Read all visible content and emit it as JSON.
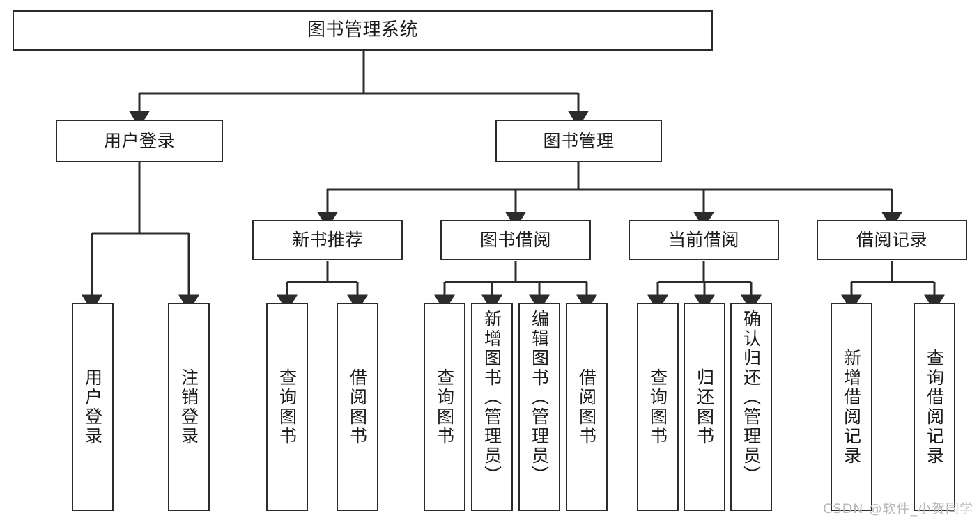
{
  "diagram": {
    "title": "图书管理系统",
    "watermark": "CSDN @软件_小贺同学",
    "accent_color": "#2b2b2b",
    "background_color": "#ffffff",
    "watermark_color": "#b9b9b9",
    "type": "tree-hierarchy-chart"
  },
  "nodes": {
    "root": {
      "label": "图书管理系统"
    },
    "level2": [
      {
        "label": "用户登录"
      },
      {
        "label": "图书管理"
      }
    ],
    "level3": [
      {
        "label": "新书推荐"
      },
      {
        "label": "图书借阅"
      },
      {
        "label": "当前借阅"
      },
      {
        "label": "借阅记录"
      }
    ],
    "leaves": {
      "user_login": [
        {
          "label": "用户登录"
        },
        {
          "label": "注销登录"
        }
      ],
      "new_book_recommend": [
        {
          "label": "查询图书"
        },
        {
          "label": "借阅图书"
        }
      ],
      "book_borrow": [
        {
          "label": "查询图书"
        },
        {
          "label": "新增图书（管理员）"
        },
        {
          "label": "编辑图书（管理员）"
        },
        {
          "label": "借阅图书"
        }
      ],
      "current_borrow": [
        {
          "label": "查询图书"
        },
        {
          "label": "归还图书"
        },
        {
          "label": "确认归还（管理员）"
        }
      ],
      "borrow_record": [
        {
          "label": "新增借阅记录"
        },
        {
          "label": "查询借阅记录"
        }
      ]
    }
  },
  "chart_data": {
    "type": "tree",
    "title": "图书管理系统",
    "root": "图书管理系统",
    "edges": [
      {
        "from": "图书管理系统",
        "to": "用户登录"
      },
      {
        "from": "图书管理系统",
        "to": "图书管理"
      },
      {
        "from": "用户登录",
        "to": "用户登录"
      },
      {
        "from": "用户登录",
        "to": "注销登录"
      },
      {
        "from": "图书管理",
        "to": "新书推荐"
      },
      {
        "from": "图书管理",
        "to": "图书借阅"
      },
      {
        "from": "图书管理",
        "to": "当前借阅"
      },
      {
        "from": "图书管理",
        "to": "借阅记录"
      },
      {
        "from": "新书推荐",
        "to": "查询图书"
      },
      {
        "from": "新书推荐",
        "to": "借阅图书"
      },
      {
        "from": "图书借阅",
        "to": "查询图书"
      },
      {
        "from": "图书借阅",
        "to": "新增图书（管理员）"
      },
      {
        "from": "图书借阅",
        "to": "编辑图书（管理员）"
      },
      {
        "from": "图书借阅",
        "to": "借阅图书"
      },
      {
        "from": "当前借阅",
        "to": "查询图书"
      },
      {
        "from": "当前借阅",
        "to": "归还图书"
      },
      {
        "from": "当前借阅",
        "to": "确认归还（管理员）"
      },
      {
        "from": "借阅记录",
        "to": "新增借阅记录"
      },
      {
        "from": "借阅记录",
        "to": "查询借阅记录"
      }
    ],
    "levels": 4,
    "orientation": "top-down"
  }
}
